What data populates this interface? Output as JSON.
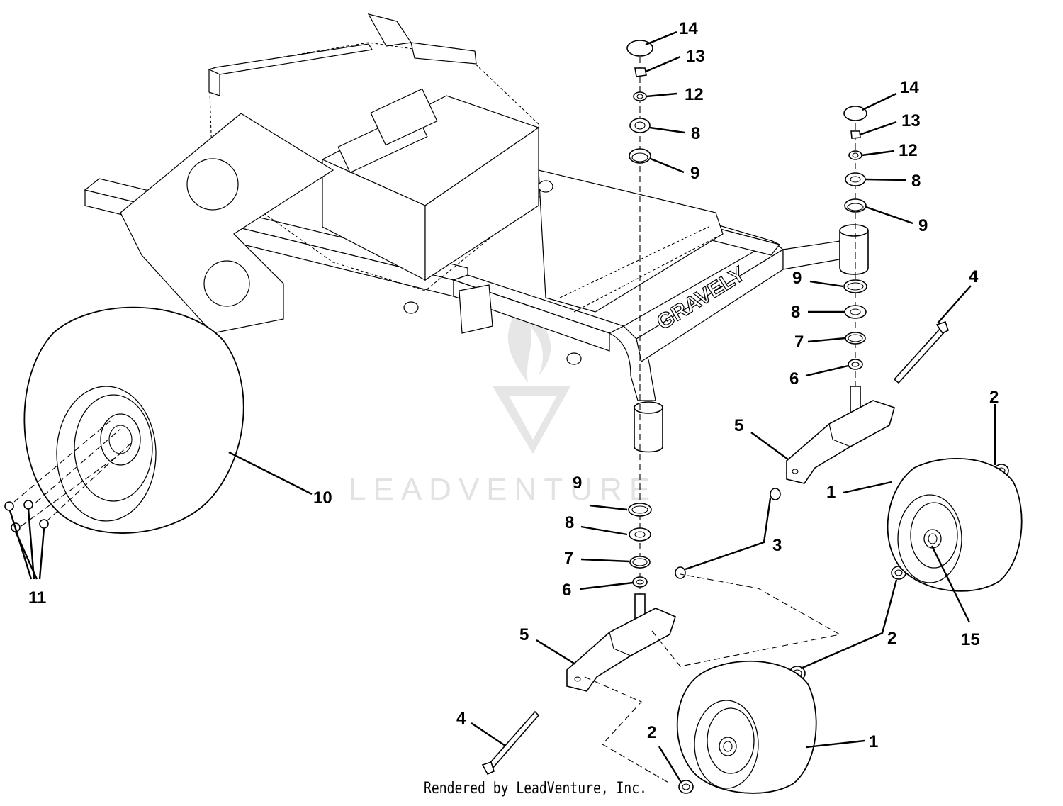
{
  "diagram": {
    "frame_brand": "GRAVELY",
    "watermark": "LEADVENTURE",
    "footer_credit": "Rendered by LeadVenture, Inc.",
    "callouts": [
      {
        "id": "c14a",
        "label": "14"
      },
      {
        "id": "c13a",
        "label": "13"
      },
      {
        "id": "c12a",
        "label": "12"
      },
      {
        "id": "c8a",
        "label": "8"
      },
      {
        "id": "c9a",
        "label": "9"
      },
      {
        "id": "c14b",
        "label": "14"
      },
      {
        "id": "c13b",
        "label": "13"
      },
      {
        "id": "c12b",
        "label": "12"
      },
      {
        "id": "c8b",
        "label": "8"
      },
      {
        "id": "c9b",
        "label": "9"
      },
      {
        "id": "c9c",
        "label": "9"
      },
      {
        "id": "c8c",
        "label": "8"
      },
      {
        "id": "c7c",
        "label": "7"
      },
      {
        "id": "c6c",
        "label": "6"
      },
      {
        "id": "c4a",
        "label": "4"
      },
      {
        "id": "c5a",
        "label": "5"
      },
      {
        "id": "c2a",
        "label": "2"
      },
      {
        "id": "c1a",
        "label": "1"
      },
      {
        "id": "c10",
        "label": "10"
      },
      {
        "id": "c11",
        "label": "11"
      },
      {
        "id": "c9d",
        "label": "9"
      },
      {
        "id": "c8d",
        "label": "8"
      },
      {
        "id": "c7d",
        "label": "7"
      },
      {
        "id": "c6d",
        "label": "6"
      },
      {
        "id": "c3",
        "label": "3"
      },
      {
        "id": "c15",
        "label": "15"
      },
      {
        "id": "c2b",
        "label": "2"
      },
      {
        "id": "c5b",
        "label": "5"
      },
      {
        "id": "c4b",
        "label": "4"
      },
      {
        "id": "c2c",
        "label": "2"
      },
      {
        "id": "c1b",
        "label": "1"
      }
    ]
  }
}
